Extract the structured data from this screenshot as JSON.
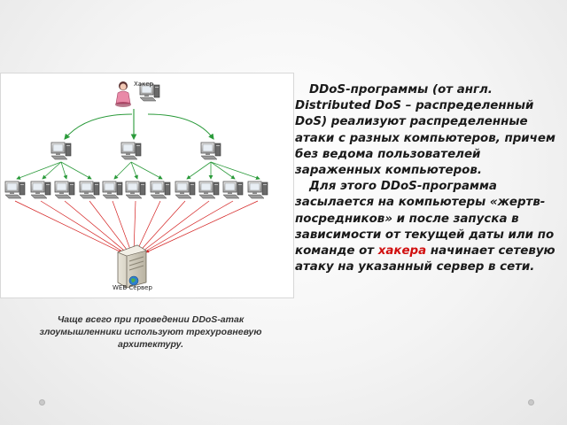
{
  "diagram": {
    "hacker_label": "Хакер",
    "server_label": "WEB Сервер",
    "arrow_colors": {
      "control": "#2a9a3a",
      "attack": "#d42020"
    },
    "icons": {
      "hacker": "hacker-figure-icon",
      "computer": "desktop-computer-icon",
      "server": "web-server-icon",
      "globe": "globe-icon"
    }
  },
  "caption": "Чаще всего при проведении DDoS-атак злоумышленники используют трехуровневую архитектуру.",
  "text": {
    "p1": "DDoS-программы (от англ. Distributed DoS – распределенный DoS) реализуют распределенные атаки с разных компьютеров, причем без ведома пользователей зараженных компьютеров.",
    "p2_before": "Для этого DDoS-программа засылается на компьютеры «жертв-посредников» и после запуска в зависимости от текущей даты или по команде от ",
    "p2_highlight": "хакера",
    "p2_after": " начинает сетевую атаку на указанный сервер в сети.",
    "highlight_color": "#d11010"
  }
}
